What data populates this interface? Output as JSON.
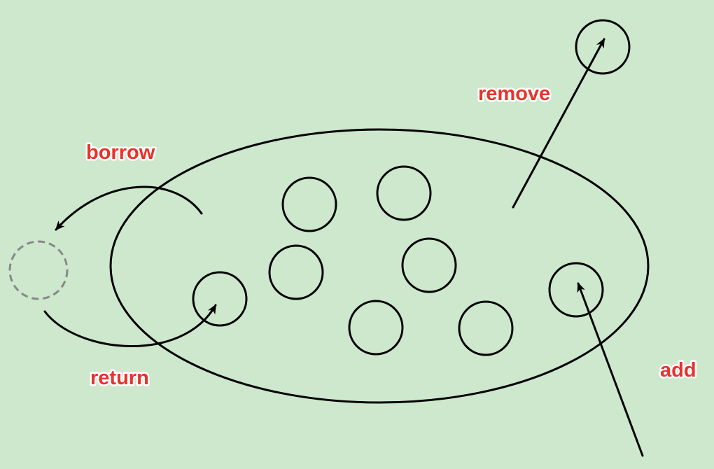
{
  "labels": {
    "remove": "remove",
    "borrow": "borrow",
    "return": "return",
    "add": "add"
  },
  "colors": {
    "background": "#cde8cd",
    "label_fill": "#e8322b",
    "label_outline": "#ffffff",
    "line": "#000000",
    "borrowed_object_dashed": "#888888"
  }
}
